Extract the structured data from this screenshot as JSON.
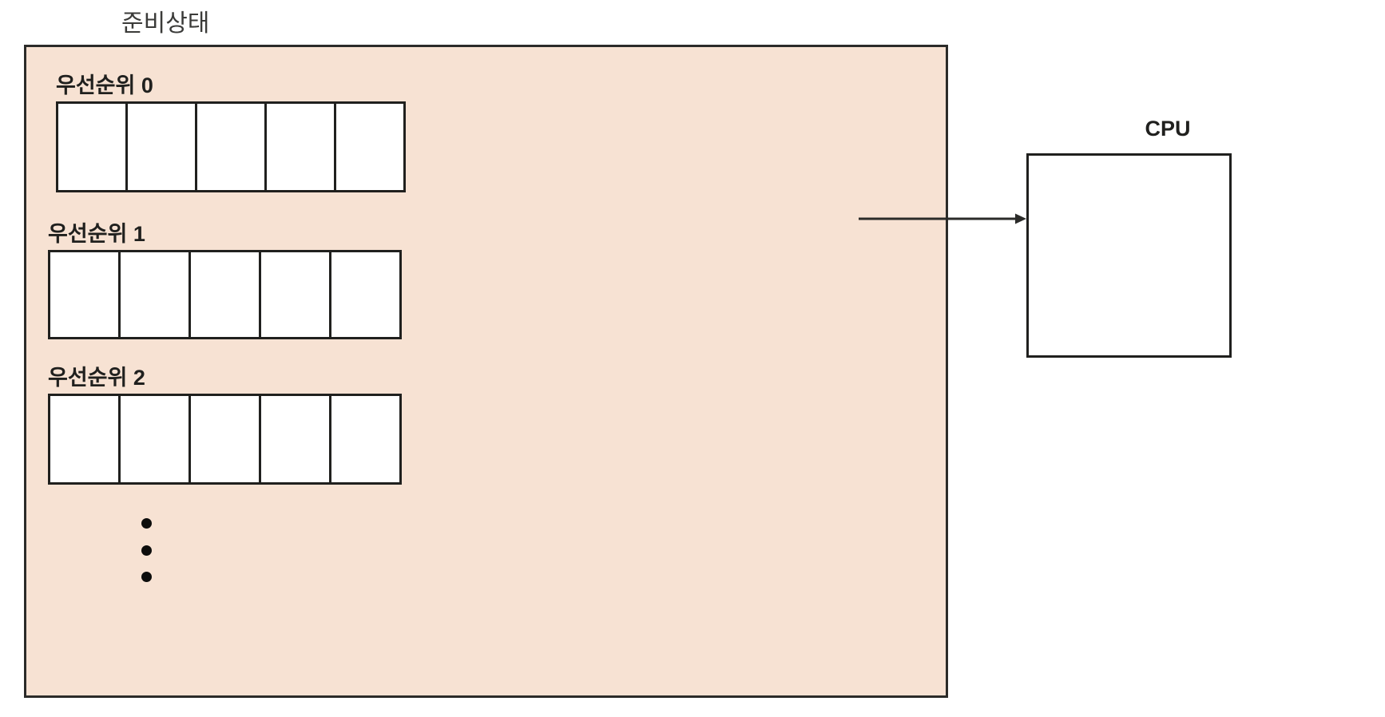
{
  "diagram": {
    "title": "준비상태",
    "background_color": "#ffffff",
    "ready_queue": {
      "label": "준비상태",
      "fill_color": "#f7e2d3",
      "border_color": "#2b2b29",
      "priority_groups": [
        {
          "label": "우선순위 0",
          "cell_count": 5,
          "cells": [
            "",
            "",
            "",
            "",
            ""
          ]
        },
        {
          "label": "우선순위 1",
          "cell_count": 5,
          "cells": [
            "",
            "",
            "",
            "",
            ""
          ]
        },
        {
          "label": "우선순위 2",
          "cell_count": 5,
          "cells": [
            "",
            "",
            "",
            "",
            ""
          ]
        }
      ],
      "continuation": {
        "symbol": "vertical-ellipsis",
        "dot_count": 3,
        "color": "#0d0d0c"
      }
    },
    "arrow": {
      "direction": "right",
      "from": "ready-queue",
      "to": "cpu",
      "color": "#2b2b29",
      "label": ""
    },
    "cpu": {
      "label": "CPU",
      "fill_color": "#ffffff",
      "border_color": "#20201e",
      "contents": ""
    }
  }
}
